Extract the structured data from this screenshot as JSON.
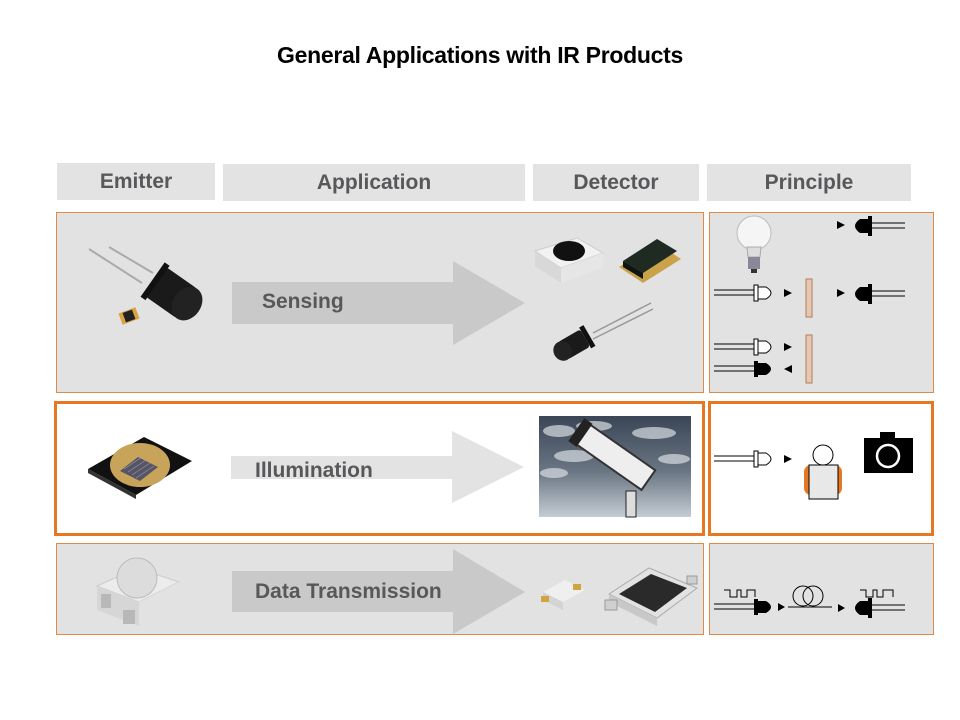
{
  "title": "General Applications with IR Products",
  "headers": {
    "emitter": "Emitter",
    "application": "Application",
    "detector": "Detector",
    "principle": "Principle"
  },
  "rows": [
    {
      "application": "Sensing",
      "highlighted": false,
      "emitter_images": [
        "5mm IR LED (black tinted)",
        "SMD IR emitter chip"
      ],
      "detector_images": [
        "SMD photodiode with dome lens",
        "SMD black sensor package",
        "5mm photodiode (black)"
      ],
      "principle_icons": [
        "light-bulb",
        "emitter-led",
        "reflective-barrier",
        "detector-led"
      ]
    },
    {
      "application": "Illumination",
      "highlighted": true,
      "emitter_images": [
        "High-power IR LED with lens"
      ],
      "detector_images": [
        "Surveillance camera against cloudy sky"
      ],
      "principle_icons": [
        "emitter-led",
        "person",
        "camera"
      ]
    },
    {
      "application": "Data Transmission",
      "highlighted": false,
      "emitter_images": [
        "SMD IR LED with dome lens"
      ],
      "detector_images": [
        "Small SMD detector",
        "Large SMD photodiode"
      ],
      "principle_icons": [
        "square-wave",
        "emitter-led",
        "optical-fiber-coil",
        "detector-led",
        "square-wave"
      ]
    }
  ],
  "colors": {
    "accent_orange": "#e87722",
    "header_bg": "#e3e3e4",
    "panel_bg": "#e2e2e2",
    "arrow_fill": "#c9c9ca",
    "label_text": "#58585a"
  }
}
